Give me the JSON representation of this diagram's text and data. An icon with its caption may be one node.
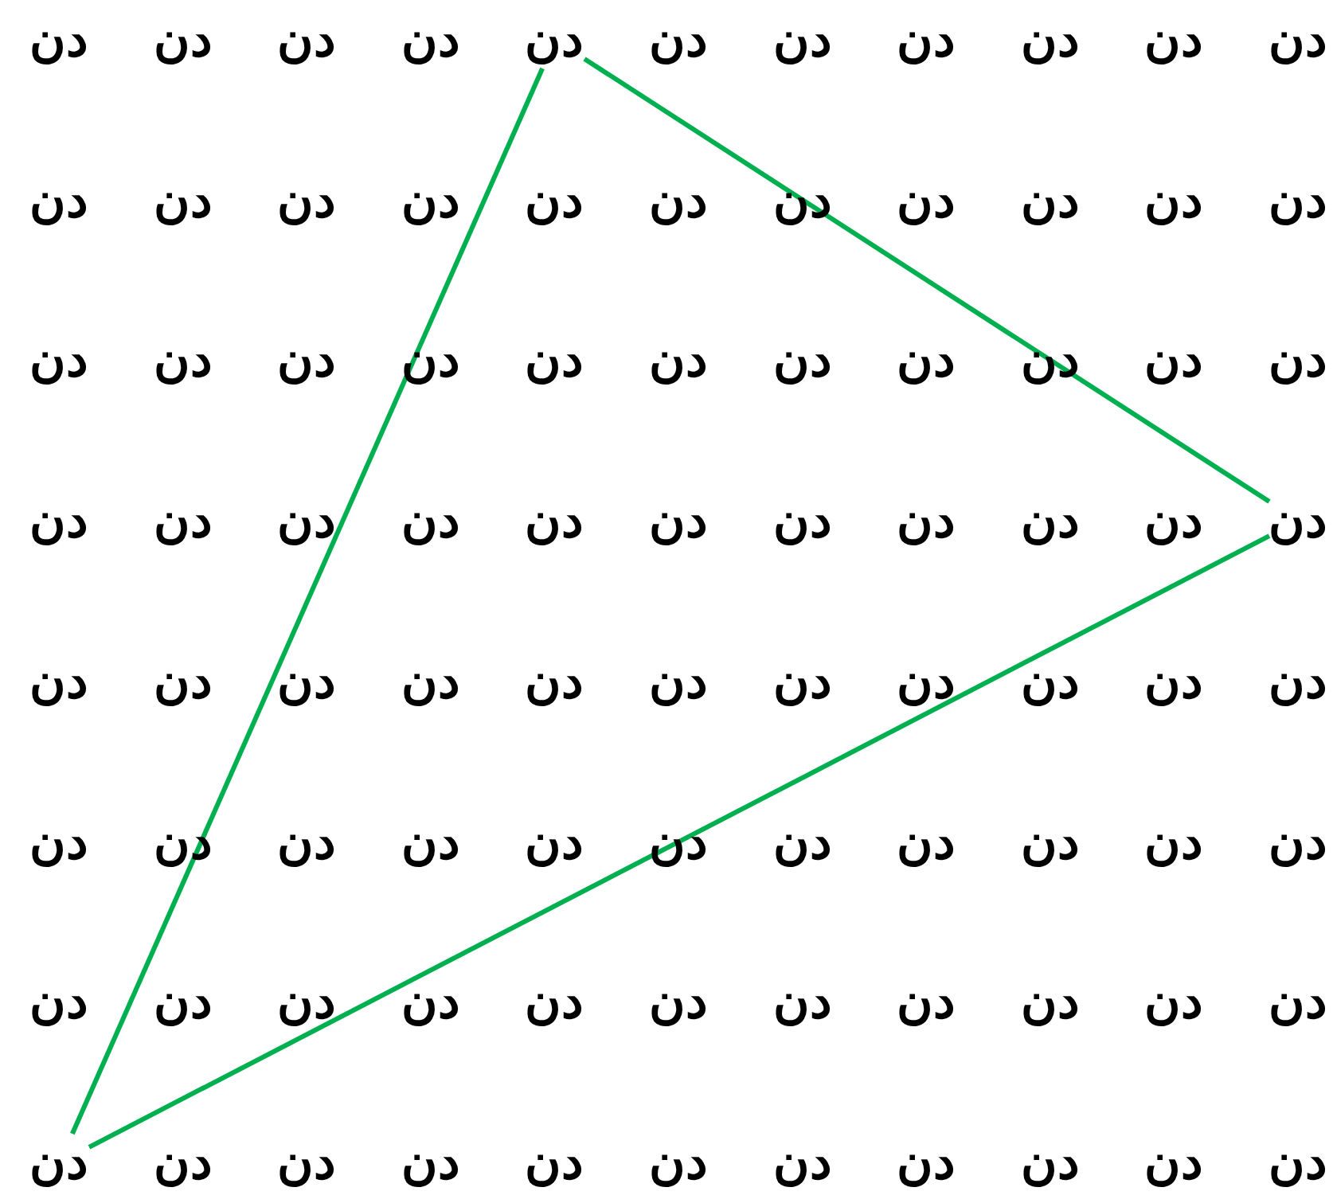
{
  "diagram": {
    "nodes": [
      {
        "text": [
          "دن"
        ]
      },
      {
        "text": [
          "دن"
        ]
      },
      {
        "text": [
          "دن"
        ]
      }
    ],
    "edges": [
      {
        "from": 0,
        "to": 1,
        "arrow": "none"
      },
      {
        "from": 1,
        "to": 2,
        "arrow": "none"
      },
      {
        "from": 2,
        "to": 0,
        "arrow": "none"
      }
    ],
    "labels": [
      "دن",
      "دن",
      "دن",
      "دن",
      "دن",
      "دن",
      "دن",
      "دن",
      "دن",
      "دن",
      "دن",
      "دن",
      "دن",
      "دن",
      "دن",
      "دن",
      "دن",
      "دن",
      "دن",
      "دن",
      "دن",
      "دن",
      "دن",
      "دن",
      "دن",
      "دن",
      "دن",
      "دن",
      "دن",
      "دن",
      "دن",
      "دن",
      "دن",
      "دن",
      "دن",
      "دن",
      "دن",
      "دن",
      "دن",
      "دن",
      "دن",
      "دن",
      "دن",
      "دن",
      "دن",
      "دن",
      "دن",
      "دن",
      "دن",
      "دن",
      "دن",
      "دن",
      "دن",
      "دن",
      "دن",
      "دن",
      "دن",
      "دن",
      "دن",
      "دن",
      "دن",
      "دن",
      "دن",
      "دن",
      "دن",
      "دن",
      "دن",
      "دن",
      "دن",
      "دن",
      "دن",
      "دن",
      "دن",
      "دن",
      "دن",
      "دن",
      "دن",
      "دن",
      "دن",
      "دن",
      "دن",
      "دن",
      "دن",
      "دن",
      "دن"
    ]
  }
}
